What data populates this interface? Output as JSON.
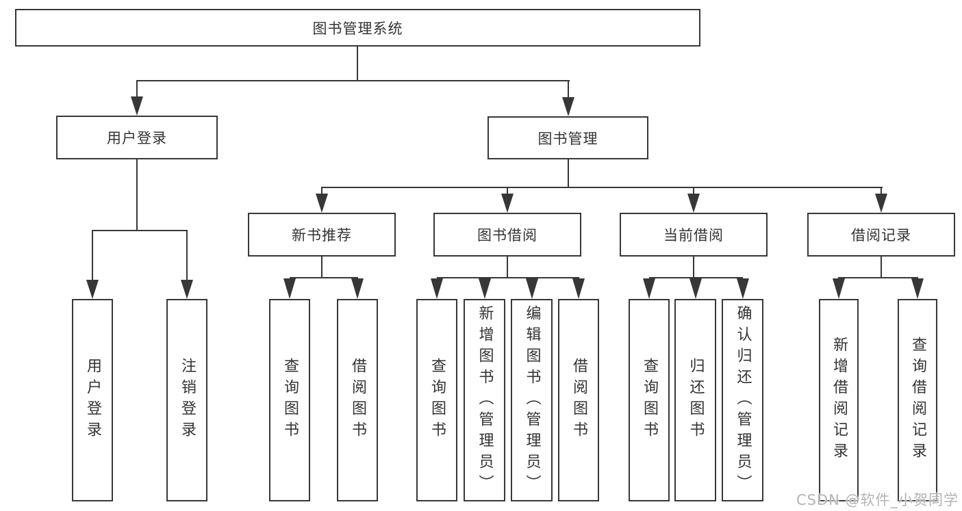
{
  "diagram": {
    "root": {
      "label": "图书管理系统"
    },
    "level2": [
      {
        "label": "用户登录"
      },
      {
        "label": "图书管理"
      }
    ],
    "level3": [
      {
        "label": "新书推荐"
      },
      {
        "label": "图书借阅"
      },
      {
        "label": "当前借阅"
      },
      {
        "label": "借阅记录"
      }
    ],
    "leaves": {
      "login": [
        "用户登录",
        "注销登录"
      ],
      "recommend": [
        "查询图书",
        "借阅图书"
      ],
      "borrow": [
        "查询图书",
        "新增图书（管理员）",
        "编辑图书（管理员）",
        "借阅图书"
      ],
      "current": [
        "查询图书",
        "归还图书",
        "确认归还（管理员）"
      ],
      "records": [
        "新增借阅记录",
        "查询借阅记录"
      ]
    }
  },
  "watermark": {
    "text": "CSDN @软件_小贺同学"
  },
  "colors": {
    "line": "#373737",
    "text": "#333333",
    "watermark": "#b3b3b3",
    "background": "#ffffff"
  }
}
